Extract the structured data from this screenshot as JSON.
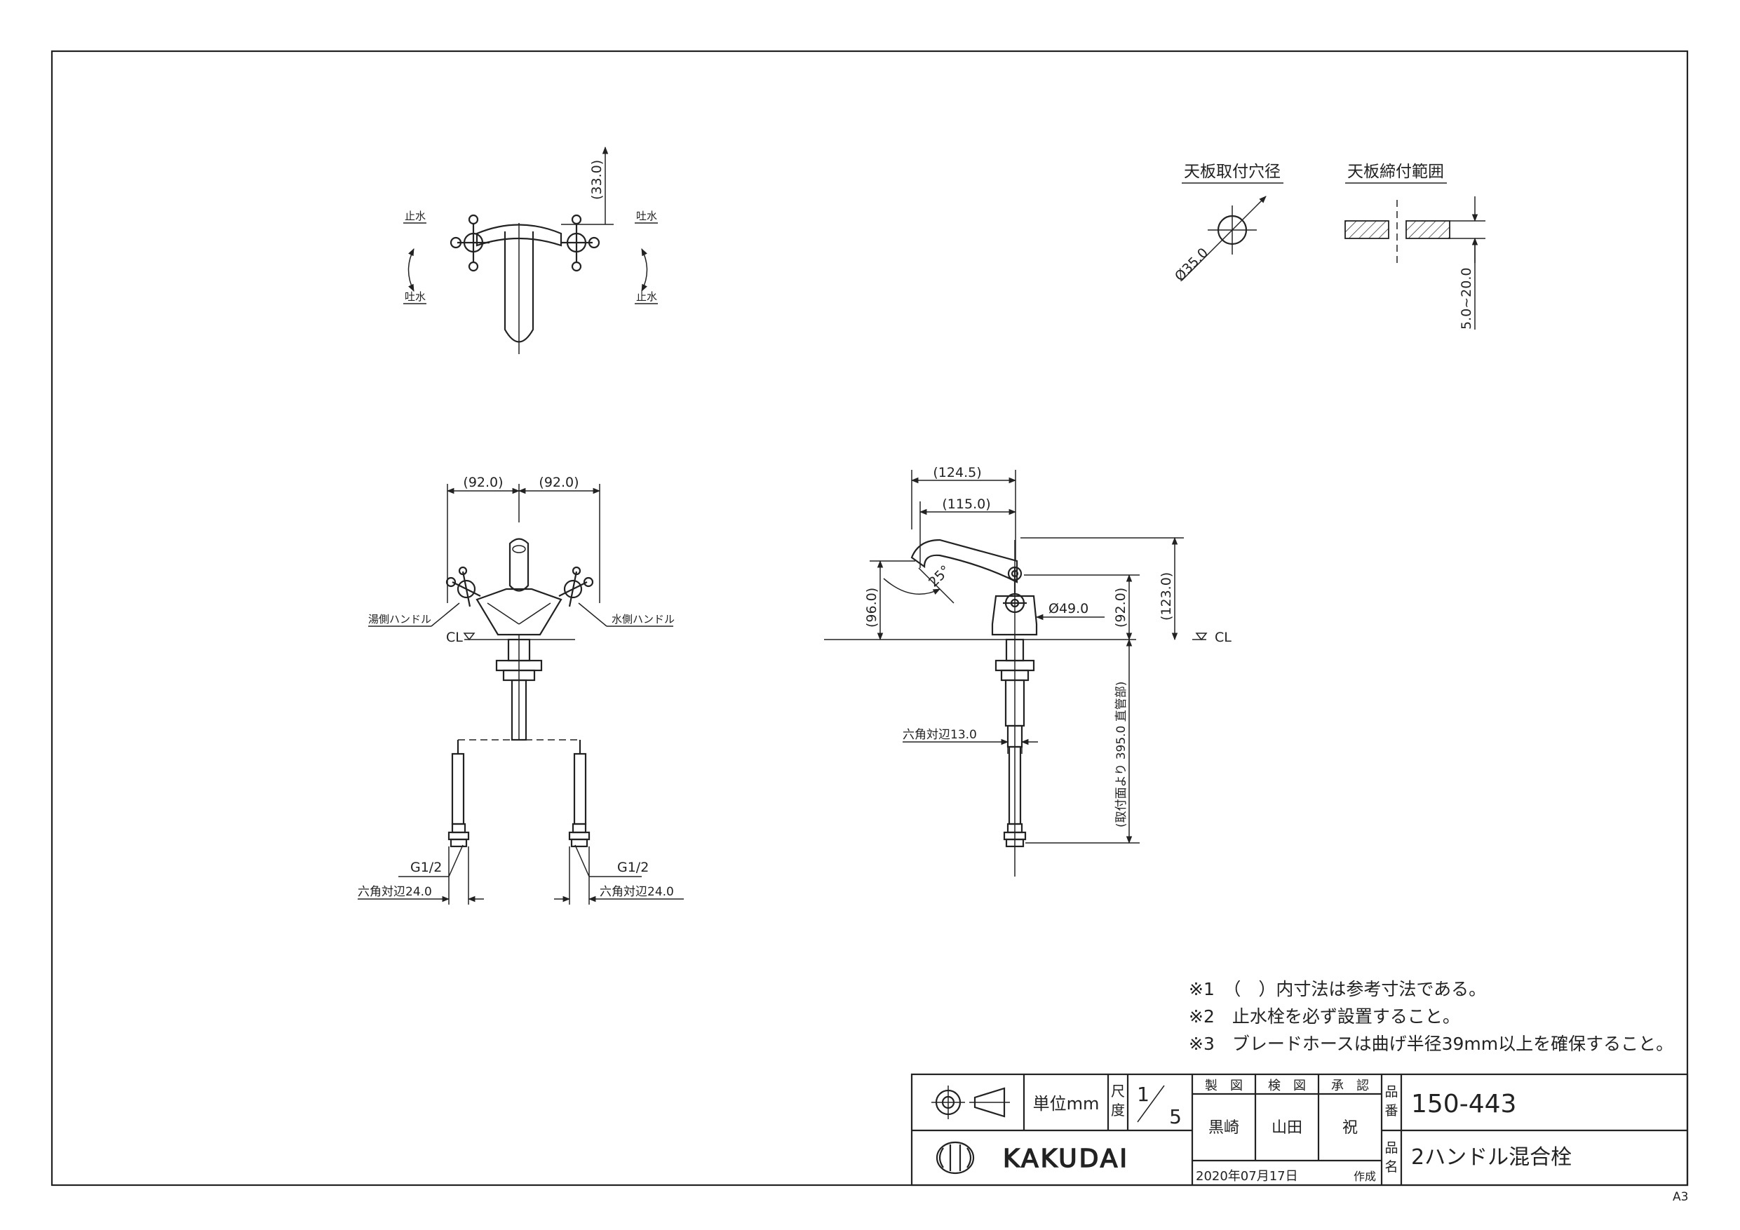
{
  "top_view": {
    "left_top": "止水",
    "left_bottom": "吐水",
    "right_top": "吐水",
    "right_bottom": "止水",
    "dim_height": "(33.0)"
  },
  "panels": {
    "hole_title": "天板取付穴径",
    "hole_dim": "Ø35.0",
    "clamp_title": "天板締付範囲",
    "clamp_dim": "5.0~20.0"
  },
  "front_view": {
    "dim_left": "(92.0)",
    "dim_right": "(92.0)",
    "hot_handle": "湯側ハンドル",
    "cold_handle": "水側ハンドル",
    "cl": "CL",
    "thread_left": "G1/2",
    "thread_right": "G1/2",
    "hex_left": "六角対辺24.0",
    "hex_right": "六角対辺24.0"
  },
  "side_view": {
    "dim_1245": "(124.5)",
    "dim_1150": "(115.0)",
    "angle": "25°",
    "dim_96": "(96.0)",
    "dia_49": "Ø49.0",
    "dim_92": "(92.0)",
    "dim_123": "(123.0)",
    "cl": "CL",
    "hex_13": "六角対辺13.0",
    "hose_len": "(取付面より 395.0 直管部)"
  },
  "notes": [
    "※1　（　）内寸法は参考寸法である。",
    "※2　止水栓を必ず設置すること。",
    "※3　ブレードホースは曲げ半径39mm以上を確保すること。"
  ],
  "title_block": {
    "unit": "単位mm",
    "scale_label_1": "尺",
    "scale_label_2": "度",
    "scale_num": "1",
    "scale_den": "5",
    "drawn_label": "製　図",
    "checked_label": "検　図",
    "approved_label": "承　認",
    "drawn_by": "黒崎",
    "checked_by": "山田",
    "approved_by": "祝",
    "part_no_label_1": "品",
    "part_no_label_2": "番",
    "part_no": "150-443",
    "part_name_label_1": "品",
    "part_name_label_2": "名",
    "part_name": "2ハンドル混合栓",
    "company": "KAKUDAI",
    "date": "2020年07月17日",
    "created": "作成"
  },
  "sheet_size": "A3"
}
